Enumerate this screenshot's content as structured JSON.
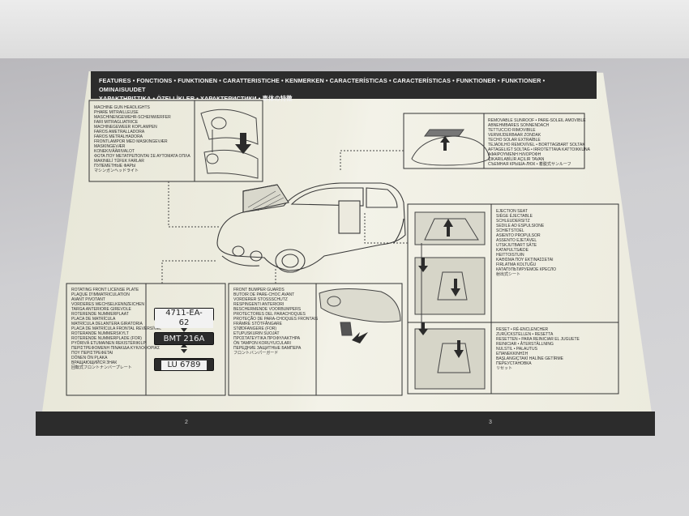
{
  "header": {
    "line1": "FEATURES • FONCTIONS • FUNKTIONEN • CARATTERISTICHE • KENMERKEN • CARACTERÍSTICAS • CARACTERÍSTICAS • FUNKTIONER • FUNKTIONER • OMINAISUUDET",
    "line2": "ΧΑΡΑΚΤΗΡΙΣΤΙΚΑ • ÖZELLİKLER • ХАРАКТЕРИСТИКИ • 車体の特徴"
  },
  "panels": {
    "headlights": {
      "lines": [
        "MACHINE GUN HEADLIGHTS",
        "PHARE MITRAILLEUSE",
        "MASCHINENGEWEHR-SCHEINWERFER",
        "FARI MITRAGLIATRICE",
        "MACHINEGEWEER KOPLAMPEN",
        "FAROS AMETRALLADORA",
        "FAROS METRALHADORA",
        "FRONTLAMPOR MED MASKINGEVÆR",
        "MASKINGEVÆR",
        "KONEKIVÄÄRIVALOT",
        "ΦΩΤΑ ΠΟΥ ΜΕΤΑΤΡΕΠΟΝΤΑΙ ΣΕ ΑΥΤΟΜΑΤΑ ΟΠΛΑ",
        "MAKINELİ TÜFEK FARLAR",
        "ПУЛЕМЕТНЫЕ ФАРЫ",
        "マシンガンヘッドライト"
      ]
    },
    "sunroof": {
      "lines": [
        "REMOVABLE SUNROOF • PARE-SOLEIL AMOVIBLE",
        "ABNEHMBARES SONNENDACH",
        "TETTUCCIO RIMOVIBILE",
        "VERWIJDERBAAR ZONDAK",
        "TECHO SOLAR EXTRAÍBLE",
        "TEJADILHO REMOVÍVEL • BORTTAGBART SOLTAK",
        "AFTAGELIGT SOLTAG • IRROTETTAVA KATTOIKKUNA",
        "ΑΦΑΙΡΟΥΜΕΝΗ ΗΛΙΟΡΟΦΗ",
        "ÇIKARILABİLİR AÇILIR TAVAN",
        "СЪЕМНАЯ КРЫША-ЛЮК • 着脱式サンルーフ"
      ]
    },
    "seat": {
      "lines": [
        "EJECTION SEAT",
        "SIÈGE ÉJECTABLE",
        "SCHLEUDERSITZ",
        "SEDILE AD ESPULSIONE",
        "SCHIETSTOEL",
        "ASIENTO PROPULSOR",
        "ASSENTO EJETÁVEL",
        "UTSKJUTBART SÄTE",
        "KATAPULTSÆDE",
        "HEITTOISTUIN",
        "ΚΑΘΙΣΜΑ ΠΟΥ ΕΚΤΙΝΑΣΣΕΤΑΙ",
        "FIRLATMA KOLTUĞU",
        "КАТАПУЛЬТИРУЕМОЕ КРЕСЛО",
        "射出式シート"
      ]
    },
    "reset": {
      "lines": [
        "RESET • RÉ-ENCLENCHER",
        "ZURÜCKSTELLEN • RESETTA",
        "RESETTEN • PARA REINICIAR EL JUGUETE",
        "REINICIAR • ÅTERSTÄLLNING",
        "NULSTIL • PALAUTUS",
        "ΕΠΑΝΕΚΚΙΝΗΣΗ",
        "BAŞLANGIÇTAKİ HALİNE GETİRME",
        "ПЕРЕУСТАНОВКА",
        "リセット"
      ]
    },
    "license": {
      "lines": [
        "ROTATING FRONT LICENSE PLATE",
        "PLAQUE D'IMMATRICULATION",
        "AVANT PIVOTANT",
        "VORDERES WECHSELKENNZEICHEN",
        "TARGA ANTERIORE GIREVOLE",
        "ROTERENDE NUMMERPLAAT",
        "PLACA DE MATRÍCULA",
        "MATRÍCULA DELANTERA GIRATORIA",
        "PLACA DE MATRÍCULA FRONTAL REVERSÍVEL",
        "ROTERANDE NUMMERSKYLT",
        "ROTERENDE NUMMERPLADE (FOR)",
        "PYÖRIVÄ ETUMAINEN REKISTERIKILPI",
        "ΠΕΡΙΣΤΡΕΦΟΜΕΝΗ ΠΙΝΑΚΙΔΑ ΚΥΚΛΟΦΟΡΙΑΣ",
        "ΠΟΥ ΠΕΡΙΣΤΡΕΦΕΤΑΙ",
        "DÖNEN ÖN PLAKA",
        "ВРАЩАЮЩИЙСЯ ЗНАК",
        "回転式フロントナンバープレート"
      ],
      "plates": [
        "4711-EA-62",
        "BMT 216A",
        "LU 6789"
      ]
    },
    "bumper": {
      "lines": [
        "FRONT BUMPER GUARDS",
        "BUTOIR DE PARE-CHOC AVANT",
        "VORDERER STOSSSCHUTZ",
        "RESPINGENTI ANTERIORI",
        "BESCHERMENDE VOORBUMPERS",
        "PROTECTORES DEL PARACHOQUES",
        "PROTEÇÃO DE PARA-CHOQUES FRONTAIS",
        "FRÄMRE STÖTFÅNGARE",
        "STØDFANGERE (FOR)",
        "ETUPUSKURIN SUOJAT",
        "ΠΡΟΣΤΑΤΕΥΤΙΚΑ ΠΡΟΦΥΛΑΚΤΗΡΑ",
        "ÖN TAMPON KORUYUCULARI",
        "ПЕРЕДНИЕ ЗАЩИТНЫЕ БАМПЕРА",
        "フロントバンパーガード"
      ]
    }
  },
  "pages": {
    "left": "2",
    "right": "3"
  }
}
